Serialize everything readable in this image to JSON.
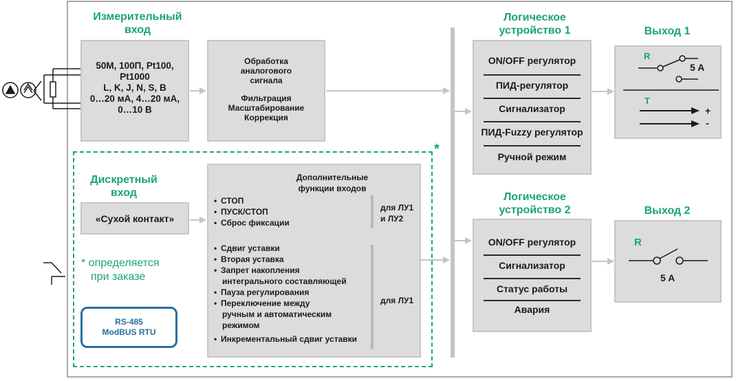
{
  "measuring_input": {
    "title_line1": "Измерительный",
    "title_line2": "вход",
    "lines": [
      "50М, 100П, Pt100,",
      "Pt1000",
      "L, K, J, N, S, B",
      "0…20 мА, 4…20 мА,",
      "0…10 В"
    ]
  },
  "processing": {
    "lines1": [
      "Обработка",
      "аналогового",
      "сигнала"
    ],
    "lines2": [
      "Фильтрация",
      "Масштабирование",
      "Коррекция"
    ]
  },
  "discrete_input": {
    "title_line1": "Дискретный",
    "title_line2": "вход",
    "box_label": "«Сухой контакт»"
  },
  "note": {
    "line1": "* определяется",
    "line2": "при заказе",
    "star": "*"
  },
  "rs485": {
    "line1": "RS-485",
    "line2": "ModBUS RTU"
  },
  "functions": {
    "title_line1": "Дополнительные",
    "title_line2": "функции входов",
    "group1": [
      "СТОП",
      "ПУСК/СТОП",
      "Сброс фиксации"
    ],
    "group1_label_line1": "для ЛУ1",
    "group1_label_line2": "и ЛУ2",
    "group2": [
      "Сдвиг уставки",
      "Вторая уставка",
      "Запрет накопления",
      "интегрального составляющей",
      "Пауза регулирования",
      "Переключение между",
      "ручным и автоматическим",
      "режимом",
      "Инкрементальный сдвиг уставки"
    ],
    "group2_label": "для ЛУ1"
  },
  "logic1": {
    "title_line1": "Логическое",
    "title_line2": "устройство 1",
    "items": [
      "ON/OFF регулятор",
      "ПИД-регулятор",
      "Сигнализатор",
      "ПИД-Fuzzy регулятор",
      "Ручной режим"
    ]
  },
  "logic2": {
    "title_line1": "Логическое",
    "title_line2": "устройство 2",
    "items": [
      "ON/OFF регулятор",
      "Сигнализатор",
      "Статус работы",
      "Авария"
    ]
  },
  "output1": {
    "title": "Выход 1",
    "relay_letter": "R",
    "relay_current": "5 A",
    "transistor_letter": "T",
    "plus": "+",
    "minus": "-"
  },
  "output2": {
    "title": "Выход 2",
    "relay_letter": "R",
    "relay_current": "5 A"
  },
  "colors": {
    "accent": "#1aa37a",
    "rs485": "#2a6f9e",
    "box_fill": "#dcdcdc",
    "arrow": "#c4c4c4"
  }
}
